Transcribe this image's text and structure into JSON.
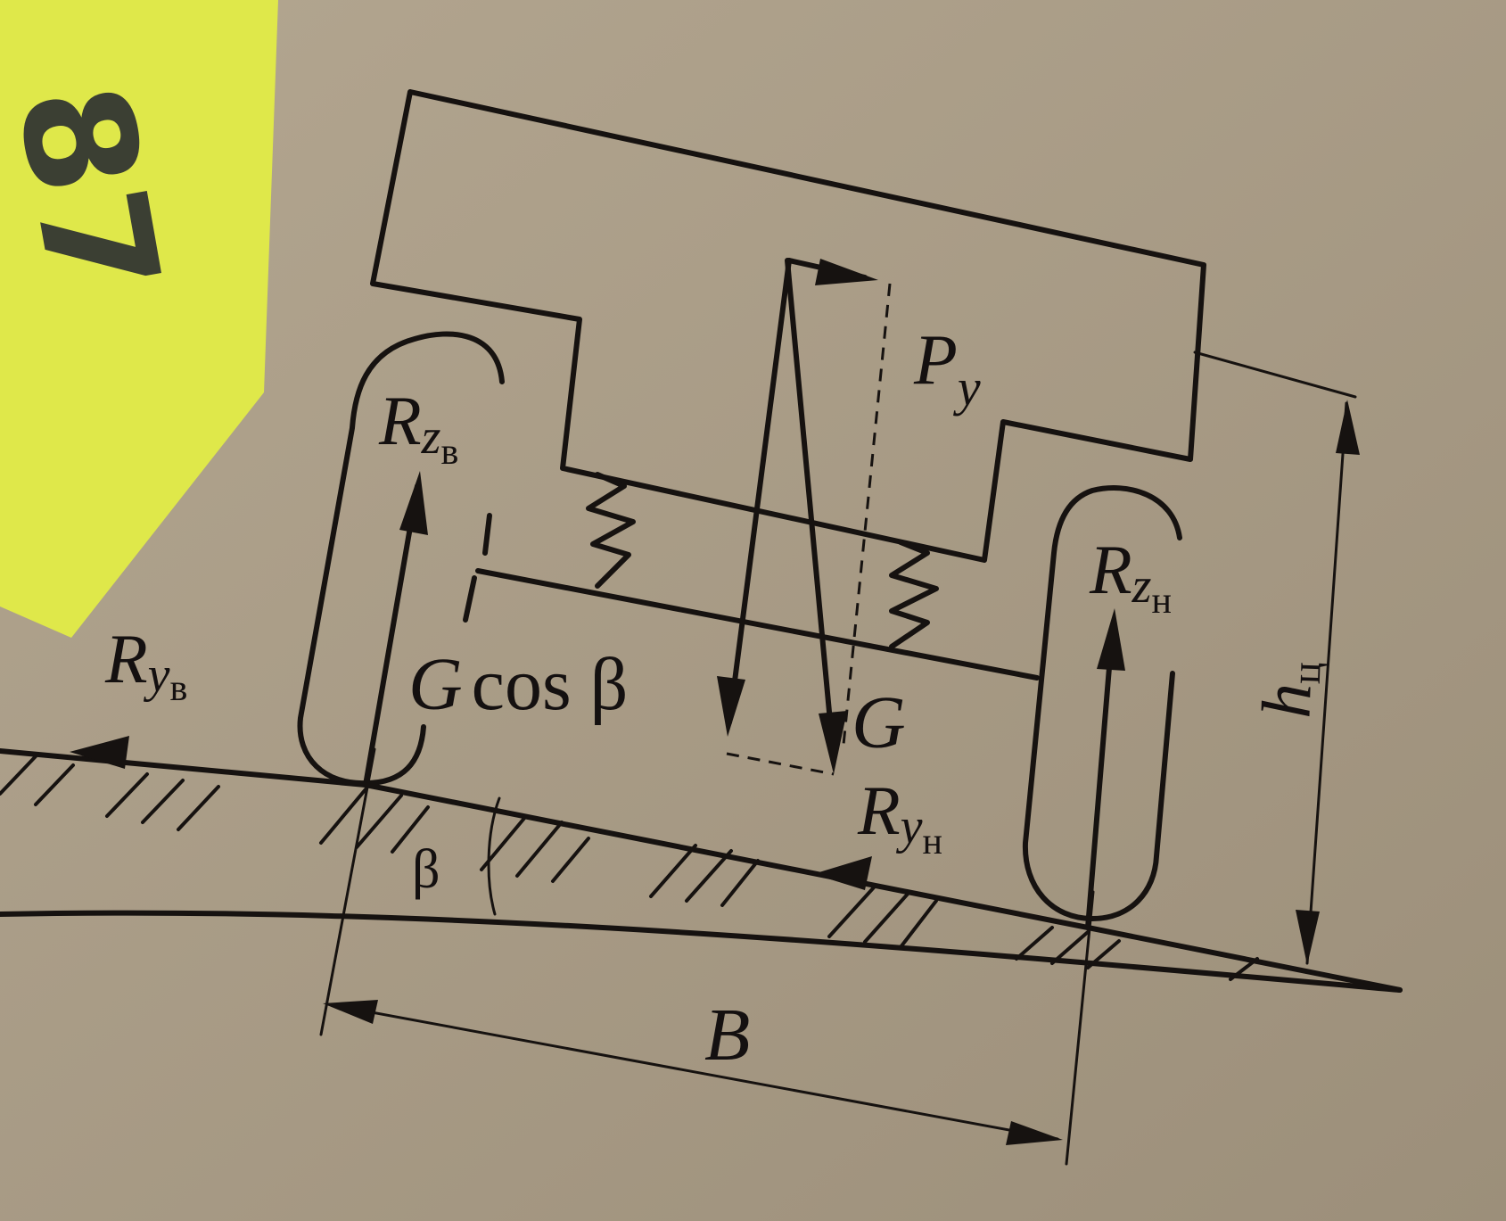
{
  "sticker": {
    "text": "87",
    "color": "#dfe84a"
  },
  "colors": {
    "paper": "#a99c86",
    "ink": "#161210"
  },
  "labels": {
    "rz_rear": {
      "main": "R",
      "sub1": "z",
      "sub2": "в"
    },
    "rz_front": {
      "main": "R",
      "sub1": "z",
      "sub2": "н"
    },
    "ry_rear": {
      "main": "R",
      "sub1": "y",
      "sub2": "в"
    },
    "ry_front": {
      "main": "R",
      "sub1": "y",
      "sub2": "н"
    },
    "py": {
      "main": "P",
      "sub": "y"
    },
    "gcos": {
      "g": "G",
      "rest": "cos β"
    },
    "g": "G",
    "beta": "β",
    "track": "B",
    "height": {
      "main": "h",
      "sub": "ц"
    }
  }
}
